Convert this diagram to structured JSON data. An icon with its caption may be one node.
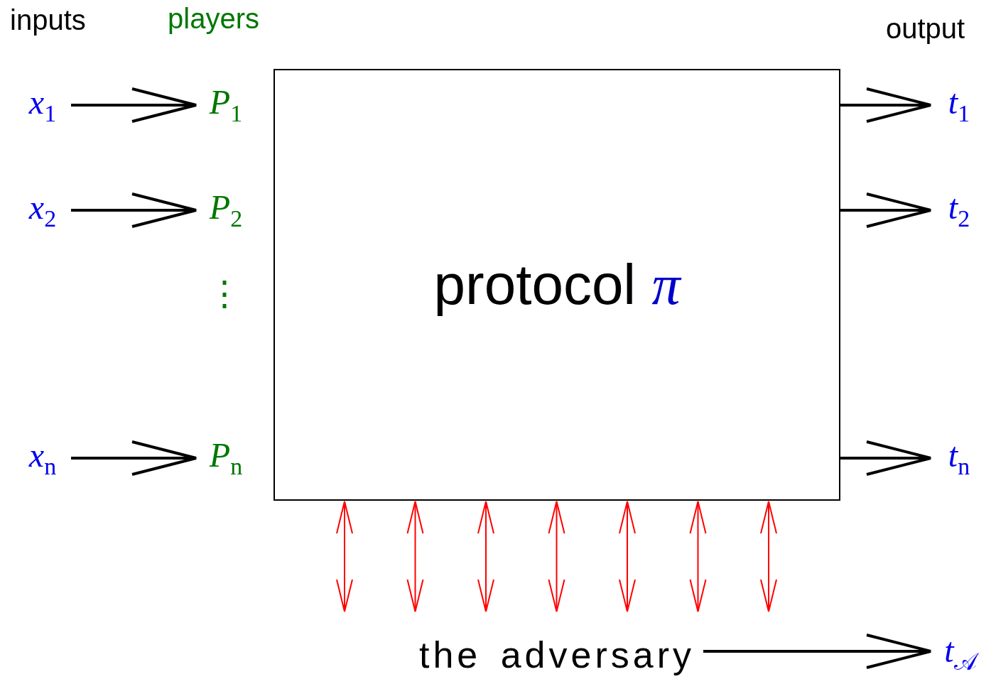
{
  "diagram": {
    "nodes": [
      {
        "text": [
          "*x*$_{1}$"
        ]
      },
      {
        "text": [
          "*x*$_{2}$"
        ]
      },
      {
        "text": [
          "*x*$_{n}$"
        ]
      },
      {
        "text": [
          "*P*$_{1}$"
        ]
      },
      {
        "text": [
          "*P*$_{2}$"
        ]
      },
      {
        "text": [
          "*P*$_{n}$"
        ]
      },
      {
        "text": [
          "protocol *π*"
        ]
      },
      {
        "text": [
          "*t*$_{1}$"
        ]
      },
      {
        "text": [
          "*t*$_{2}$"
        ]
      },
      {
        "text": [
          "*t*$_{n}$"
        ]
      },
      {
        "text": [
          "the adversary"
        ]
      },
      {
        "text": [
          "*t*$_{𝒜}$"
        ]
      }
    ],
    "edges": [
      {
        "from": 0,
        "to": 3,
        "arrow": "to"
      },
      {
        "from": 1,
        "to": 4,
        "arrow": "to"
      },
      {
        "from": 2,
        "to": 5,
        "arrow": "to"
      },
      {
        "from": 6,
        "to": 7,
        "arrow": "to"
      },
      {
        "from": 6,
        "to": 8,
        "arrow": "to"
      },
      {
        "from": 6,
        "to": 9,
        "arrow": "to"
      },
      {
        "from": 6,
        "to": 10,
        "arrow": "both",
        "color": "#ff0000"
      },
      {
        "from": 6,
        "to": 10,
        "arrow": "both",
        "color": "#ff0000"
      },
      {
        "from": 6,
        "to": 10,
        "arrow": "both",
        "color": "#ff0000"
      },
      {
        "from": 6,
        "to": 10,
        "arrow": "both",
        "color": "#ff0000"
      },
      {
        "from": 6,
        "to": 10,
        "arrow": "both",
        "color": "#ff0000"
      },
      {
        "from": 6,
        "to": 10,
        "arrow": "both",
        "color": "#ff0000"
      },
      {
        "from": 6,
        "to": 10,
        "arrow": "both",
        "color": "#ff0000"
      },
      {
        "from": 10,
        "to": 11,
        "arrow": "to"
      }
    ],
    "labels": [
      "inputs",
      "players",
      "output",
      "⋮"
    ]
  }
}
